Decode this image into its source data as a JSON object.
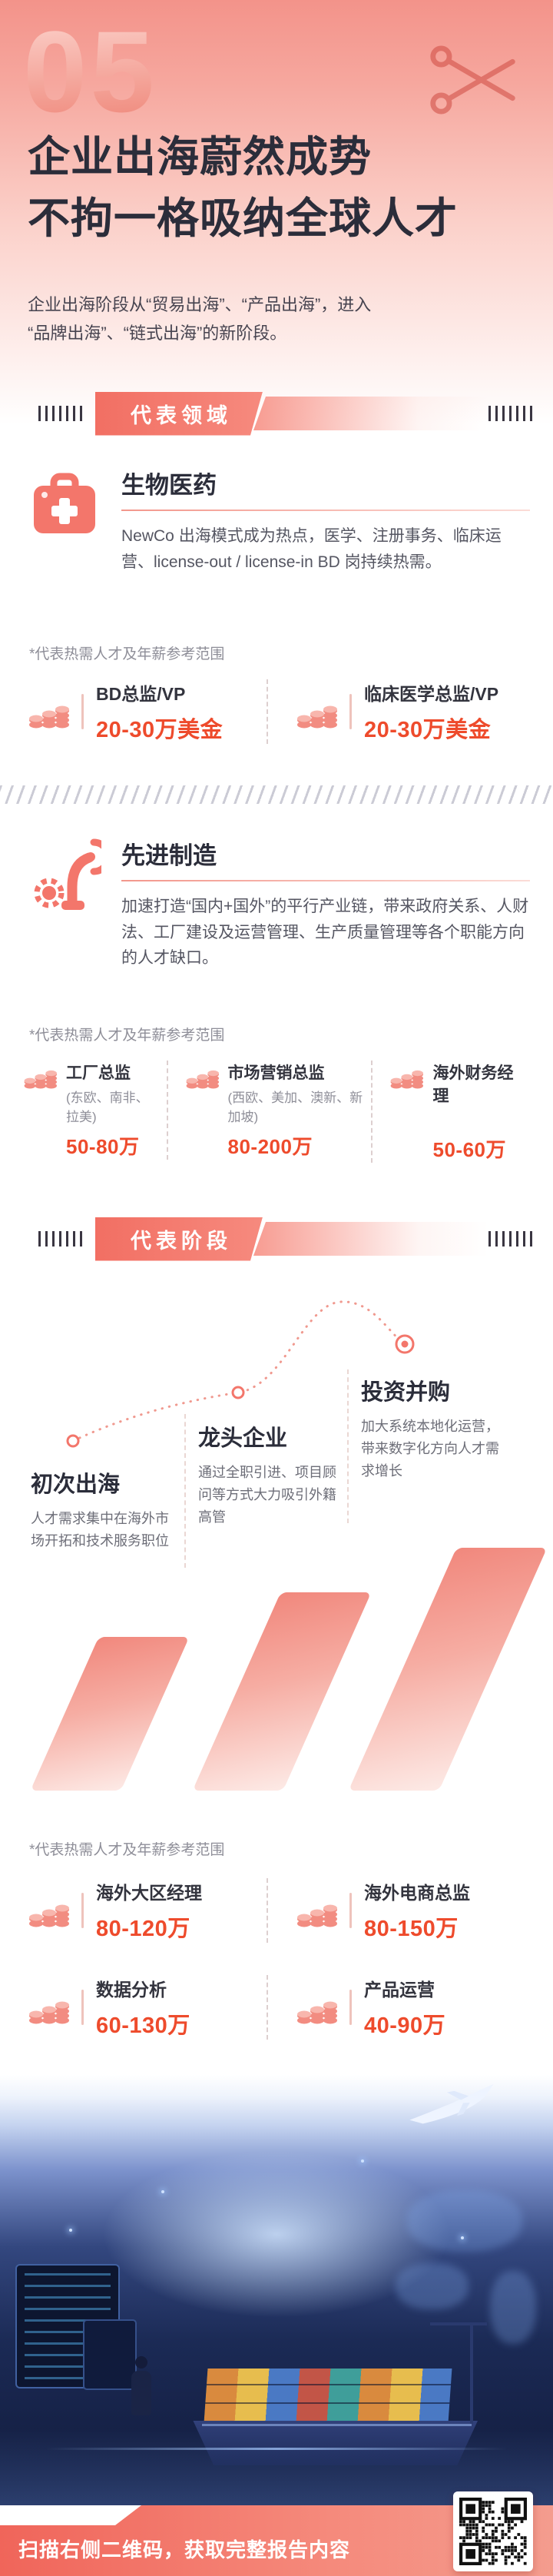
{
  "colors": {
    "accent": "#f3766b",
    "salary_value": "#ee4b2c",
    "title_dark": "#2b2d3a"
  },
  "header": {
    "page_number": "05",
    "title_line1": "企业出海蔚然成势",
    "title_line2": "不拘一格吸纳全球人才",
    "intro_line1": "企业出海阶段从“贸易出海”、“产品出海”，进入",
    "intro_line2": "“品牌出海”、“链式出海”的新阶段。",
    "decor_icon": "scissors-icon"
  },
  "fields_section": {
    "banner": "代表领域",
    "biopharma": {
      "icon": "medical-kit-icon",
      "title": "生物医药",
      "desc": "NewCo 出海模式成为热点，医学、注册事务、临床运营、license-out / license-in BD 岗持续热需。",
      "note": "*代表热需人才及年薪参考范围",
      "salaries": [
        {
          "icon": "coins-icon",
          "role": "BD总监/VP",
          "range": "20-30万美金"
        },
        {
          "icon": "coins-icon",
          "role": "临床医学总监/VP",
          "range": "20-30万美金"
        }
      ]
    },
    "manufacturing": {
      "icon": "robot-arm-icon",
      "title": "先进制造",
      "desc": "加速打造“国内+国外”的平行产业链，带来政府关系、人财法、工厂建设及运营管理、生产质量管理等各个职能方向的人才缺口。",
      "note": "*代表热需人才及年薪参考范围",
      "salaries": [
        {
          "icon": "coins-icon",
          "role": "工厂总监",
          "sub": "(东欧、南非、拉美)",
          "range": "50-80万"
        },
        {
          "icon": "coins-icon",
          "role": "市场营销总监",
          "sub": "(西欧、美加、澳新、新加坡)",
          "range": "80-200万"
        },
        {
          "icon": "coins-icon",
          "role": "海外财务经理",
          "sub": "",
          "range": "50-60万"
        }
      ]
    }
  },
  "stages_section": {
    "banner": "代表阶段",
    "stages": [
      {
        "title": "初次出海",
        "desc": "人才需求集中在海外市场开拓和技术服务职位"
      },
      {
        "title": "龙头企业",
        "desc": "通过全职引进、项目顾问等方式大力吸引外籍高管"
      },
      {
        "title": "投资并购",
        "desc": "加大系统本地化运营，带来数字化方向人才需求增长"
      }
    ],
    "note": "*代表热需人才及年薪参考范围",
    "salaries": [
      {
        "icon": "coins-icon",
        "role": "海外大区经理",
        "range": "80-120万"
      },
      {
        "icon": "coins-icon",
        "role": "海外电商总监",
        "range": "80-150万"
      },
      {
        "icon": "coins-icon",
        "role": "数据分析",
        "range": "60-130万"
      },
      {
        "icon": "coins-icon",
        "role": "产品运营",
        "range": "40-90万"
      }
    ]
  },
  "footer": {
    "text": "扫描右侧二维码，获取完整报告内容",
    "qr": "qr-code"
  }
}
